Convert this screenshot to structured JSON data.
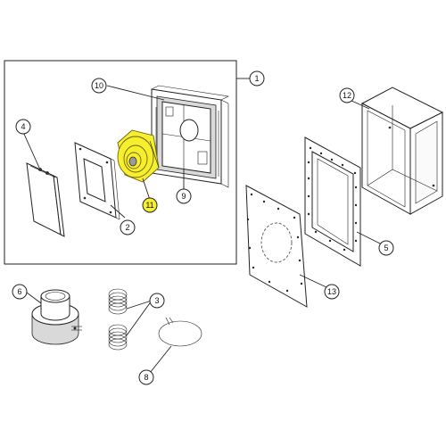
{
  "diagram": {
    "highlight_color": "#f7ee2e",
    "callouts": [
      {
        "label": "1"
      },
      {
        "label": "2"
      },
      {
        "label": "3"
      },
      {
        "label": "4"
      },
      {
        "label": "5"
      },
      {
        "label": "6"
      },
      {
        "label": "8"
      },
      {
        "label": "9"
      },
      {
        "label": "10"
      },
      {
        "label": "11",
        "highlighted": true
      },
      {
        "label": "12"
      },
      {
        "label": "13"
      }
    ]
  }
}
